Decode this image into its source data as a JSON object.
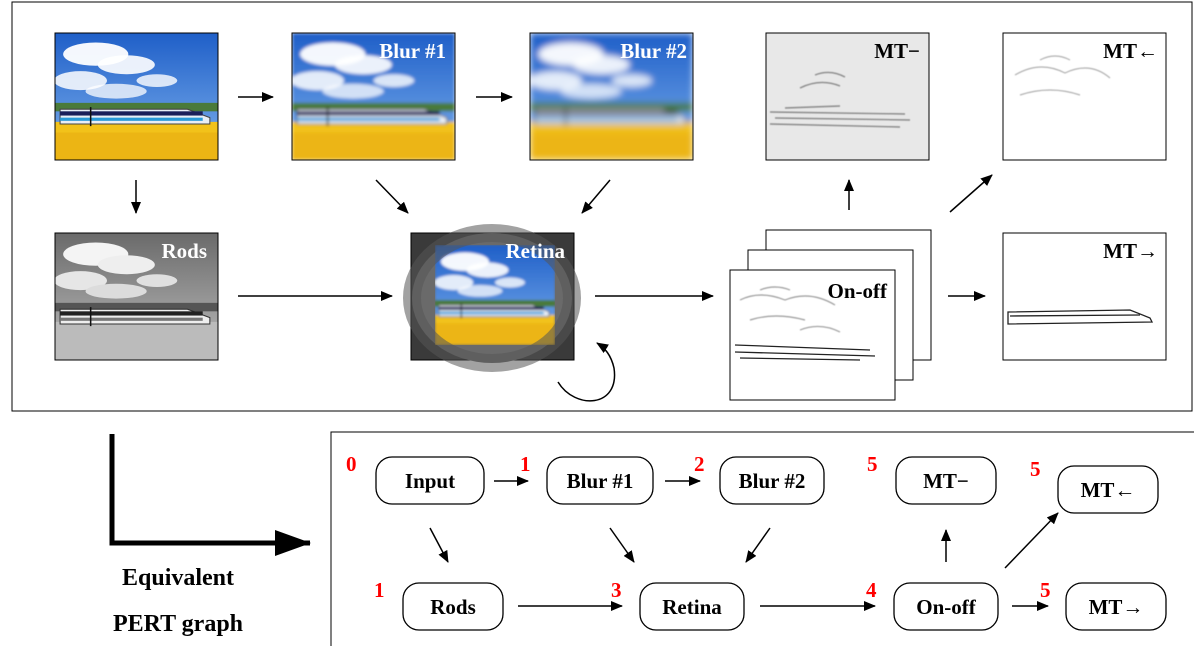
{
  "top_panel": {
    "input": {
      "label": ""
    },
    "blur1": {
      "label": "Blur #1"
    },
    "blur2": {
      "label": "Blur #2"
    },
    "mt_static": {
      "label": "MT−"
    },
    "mt_left": {
      "label": "MT←"
    },
    "rods": {
      "label": "Rods"
    },
    "retina": {
      "label": "Retina"
    },
    "onoff": {
      "label": "On-off"
    },
    "mt_right": {
      "label": "MT→"
    }
  },
  "pert_graph": {
    "caption_line1": "Equivalent",
    "caption_line2": "PERT graph",
    "nodes": {
      "input": {
        "label": "Input",
        "order": "0"
      },
      "blur1": {
        "label": "Blur #1",
        "order": "1"
      },
      "blur2": {
        "label": "Blur #2",
        "order": "2"
      },
      "mt_static": {
        "label": "MT−",
        "order": "5"
      },
      "mt_left": {
        "label": "MT←",
        "order": "5"
      },
      "rods": {
        "label": "Rods",
        "order": "1"
      },
      "retina": {
        "label": "Retina",
        "order": "3"
      },
      "onoff": {
        "label": "On-off",
        "order": "4"
      },
      "mt_right": {
        "label": "MT→",
        "order": "5"
      }
    }
  },
  "colors": {
    "order_number": "#ff0000",
    "sky": "#2a6fd6",
    "field": "#f2c21a",
    "edge": "#000000"
  }
}
